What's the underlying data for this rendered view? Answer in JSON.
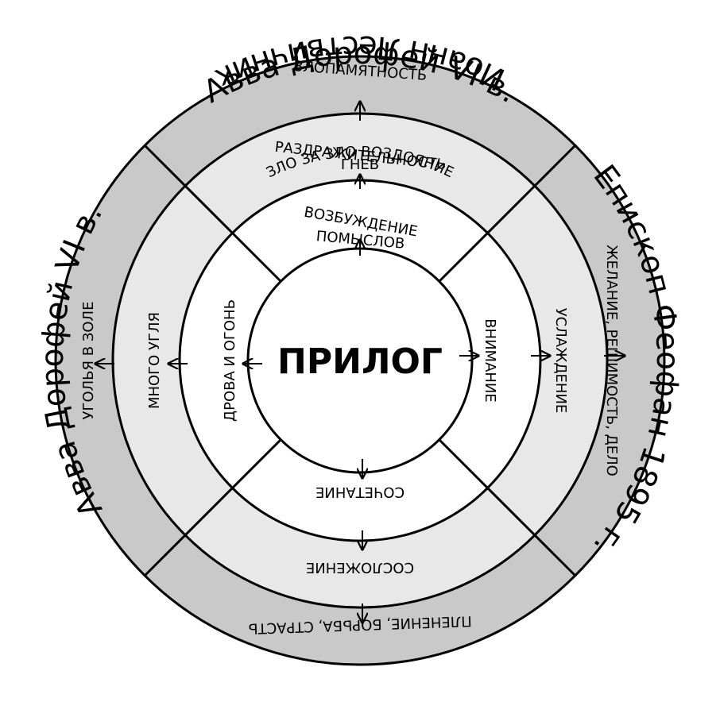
{
  "authors": {
    "top": "Авва Дорофей VI в.",
    "left": "Авва Дорофей VI в.",
    "right": "Епископ Феофан 1895 г.",
    "bottom": "Иоанн Лествичник"
  },
  "center": {
    "label": "ПРИЛОГ"
  },
  "sectors": {
    "top": {
      "r1": [
        "ВОЗБУЖДЕНИЕ",
        "ПОМЫСЛОВ"
      ],
      "r2": [
        "РАЗДРАЖИТЕЛЬНОСТЬ",
        "ГНЕВ"
      ],
      "r3": [
        "ЗЛОПАМЯТНОСТЬ",
        "ЗЛО ЗА ЗЛО ВОЗДОЯНИЕ"
      ]
    },
    "right": {
      "r1": "ВНИМАНИЕ",
      "r2": "УСЛАЖДЕНИЕ",
      "r3": "ЖЕЛАНИЕ, РЕШИМОСТЬ, ДЕЛО"
    },
    "bottom": {
      "r1": "СОЧЕТАНИЕ",
      "r2": "СОСЛОЖЕНИЕ",
      "r3": "ПЛЕНЕНИЕ, БОРЬБА, СТРАСТЬ"
    },
    "left": {
      "r1": "ДРОВА И ОГОНЬ",
      "r2": "МНОГО УГЛЯ",
      "r3": "УГОЛЬЯ В ЗОЛЕ"
    }
  },
  "colors": {
    "outer_ring": "#c9c9c9",
    "middle_ring": "#e8e8e8",
    "inner_ring": "#ffffff",
    "center": "#ffffff",
    "stroke": "#000000"
  }
}
